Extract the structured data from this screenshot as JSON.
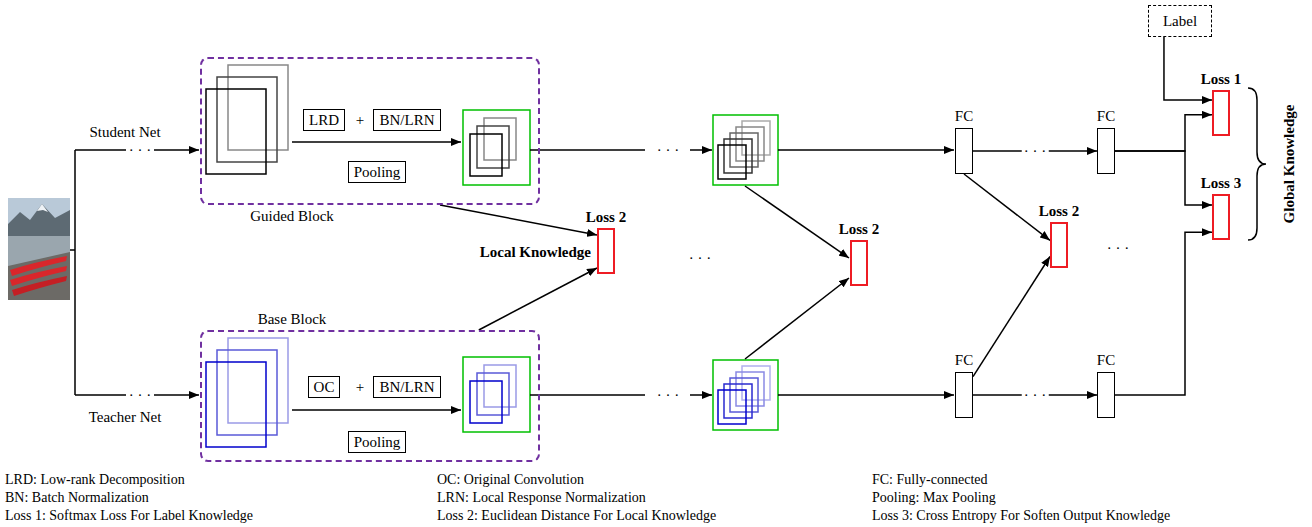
{
  "diagram": {
    "nodes": [
      {
        "text": [
          "Label"
        ]
      },
      {
        "text": [
          "Guided Block"
        ]
      },
      {
        "text": [
          "LRD"
        ],
        "in": 1
      },
      {
        "text": [
          "BN/LRN"
        ],
        "in": 1
      },
      {
        "text": [
          "Pooling"
        ],
        "in": 1
      },
      {
        "text": [
          "Base Block"
        ]
      },
      {
        "text": [
          "OC"
        ],
        "in": 5
      },
      {
        "text": [
          "BN/LRN"
        ],
        "in": 5
      },
      {
        "text": [
          "Pooling"
        ],
        "in": 5
      },
      {
        "text": [
          "FC"
        ]
      },
      {
        "text": [
          "FC"
        ]
      },
      {
        "text": [
          "Loss 1"
        ]
      },
      {
        "text": [
          "Loss 3"
        ]
      },
      {
        "text": [
          "Loss 2"
        ]
      },
      {
        "text": [
          "Loss 2"
        ]
      },
      {
        "text": [
          "Loss 2"
        ]
      },
      {
        "text": [
          "FC"
        ]
      },
      {
        "text": [
          "FC"
        ]
      }
    ],
    "edges": [
      {
        "from": 0,
        "to": 11,
        "arrow": "to"
      },
      {
        "from": 1,
        "to": 13,
        "arrow": "to"
      },
      {
        "from": 5,
        "to": 13,
        "arrow": "to"
      },
      {
        "from": 9,
        "to": 10,
        "label": "· · ·",
        "arrow": "to"
      },
      {
        "from": 10,
        "to": 11,
        "arrow": "to"
      },
      {
        "from": 10,
        "to": 12,
        "arrow": "to"
      },
      {
        "from": 9,
        "to": 15,
        "arrow": "to"
      },
      {
        "from": 16,
        "to": 15,
        "arrow": "to"
      },
      {
        "from": 16,
        "to": 17,
        "label": "· · ·",
        "arrow": "to"
      },
      {
        "from": 17,
        "to": 12,
        "arrow": "to"
      }
    ],
    "labels": [
      "Student Net",
      "· · ·",
      "· · ·",
      "Local Knowledge",
      "· · ·",
      "· · ·",
      "Global Knowledge",
      "Teacher Net",
      "· · ·",
      "· · ·",
      "+",
      "+",
      "LRD: Low-rank Decomposition",
      "OC: Original Convolution",
      "FC: Fully-connected",
      "BN: Batch Normalization",
      "LRN: Local Response Normalization",
      "Pooling: Max Pooling",
      "Loss 1: Softmax Loss For Label Knowledge",
      "Loss 2: Euclidean Distance For Local Knowledge",
      "Loss 3: Cross Entropy For Soften Output Knowledge"
    ]
  }
}
